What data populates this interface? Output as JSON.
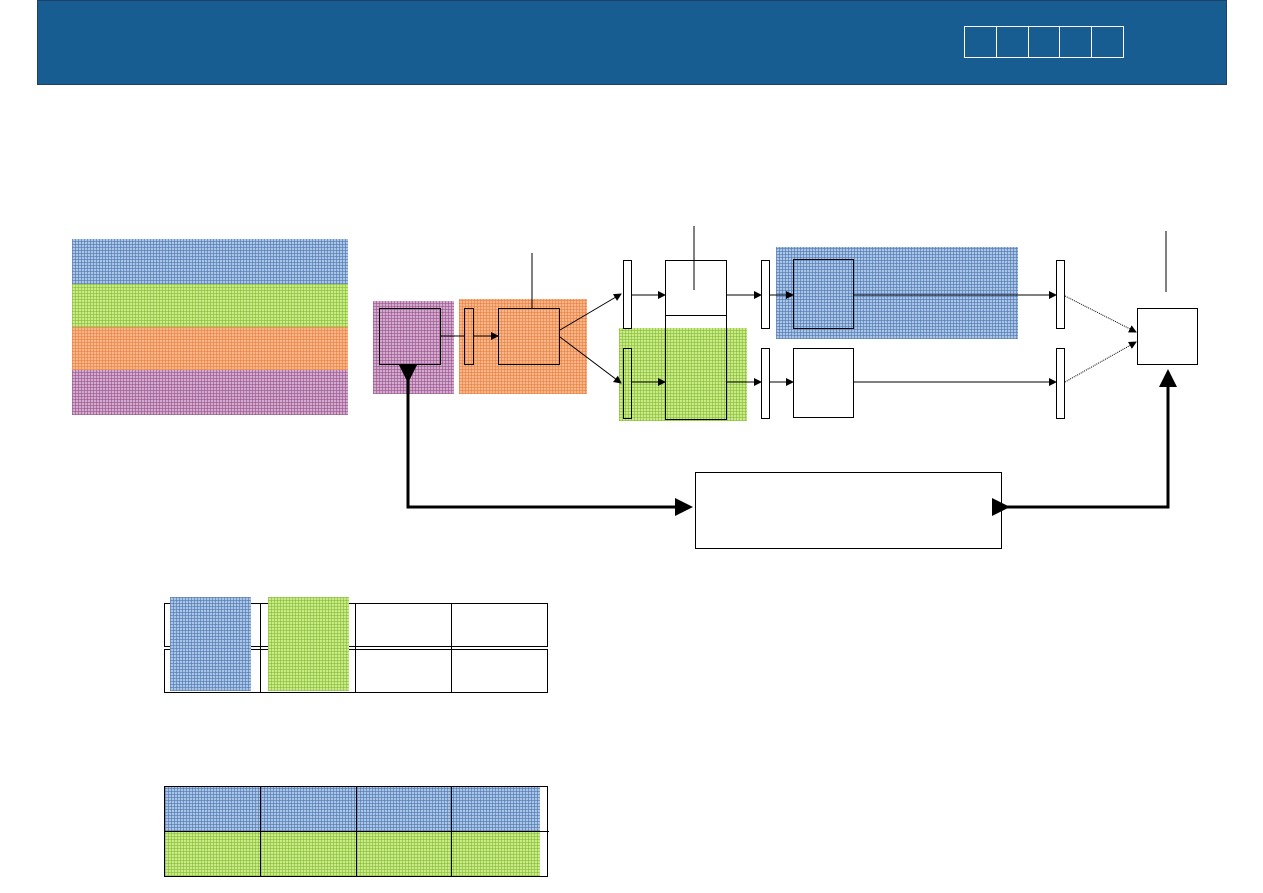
{
  "header": {
    "background": "#175d92",
    "nav_box_count": 5
  },
  "legend": {
    "swatches": [
      {
        "name": "blue",
        "color": "#a9c5e6"
      },
      {
        "name": "green",
        "color": "#c8ec84"
      },
      {
        "name": "orange",
        "color": "#f7b58a"
      },
      {
        "name": "purple",
        "color": "#d3a9cd"
      }
    ]
  },
  "diagram": {
    "central_box_label": ""
  },
  "tables": {
    "top_table_rows": 2,
    "bottom_table_rows": 2,
    "columns": 4
  }
}
